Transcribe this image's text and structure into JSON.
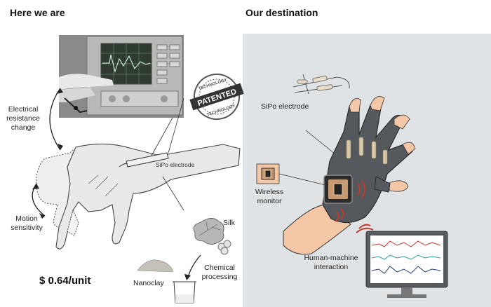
{
  "left": {
    "heading": "Here we are",
    "label_resistance": "Electrical resistance change",
    "label_resistance_lines": [
      "Electrical",
      "resistance",
      "change"
    ],
    "label_motion_lines": [
      "Motion",
      "sensitivity"
    ],
    "label_sipo": "SiPo electrode",
    "label_silk": "Silk",
    "label_chemical_lines": [
      "Chemical",
      "processing"
    ],
    "label_nanoclay": "Nanoclay",
    "price": "$ 0.64/unit",
    "stamp": {
      "main": "PATENTED",
      "ring_top": "TECHNOLOGY",
      "ring_bottom": "TECHNOLOGY"
    }
  },
  "right": {
    "heading": "Our destination",
    "label_sipo": "SiPo electrode",
    "label_wireless_lines": [
      "Wireless",
      "monitor"
    ],
    "label_hmi_lines": [
      "Human-machine",
      "interaction"
    ],
    "colors": {
      "panel_bg": "#dfe3e6",
      "glove": "#55595e",
      "skin": "#f4c7a6",
      "wave_red": "#c0392b",
      "wave_teal": "#2aa198",
      "wave_blue": "#2c3e7a"
    }
  }
}
